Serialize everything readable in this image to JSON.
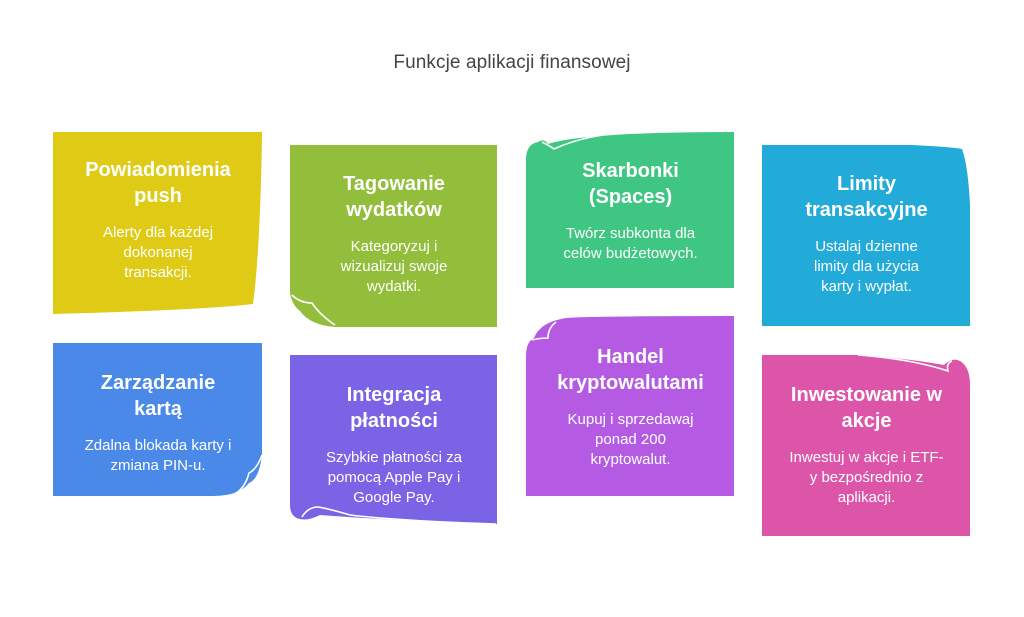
{
  "page": {
    "title": "Funkcje aplikacji finansowej"
  },
  "cards": [
    {
      "title": "Powiadomienia push",
      "description": "Alerty dla każdej dokonanej transakcji.",
      "color": "#DFCB16",
      "icon": "sticky-note-icon"
    },
    {
      "title": "Tagowanie wydatków",
      "description": "Kategoryzuj i wizualizuj swoje wydatki.",
      "color": "#93BE3C",
      "icon": "sticky-note-icon"
    },
    {
      "title": "Skarbonki (Spaces)",
      "description": "Twórz subkonta dla celów budżetowych.",
      "color": "#40C683",
      "icon": "sticky-note-icon"
    },
    {
      "title": "Limity transakcyjne",
      "description": "Ustalaj dzienne limity dla użycia karty i wypłat.",
      "color": "#22AAD9",
      "icon": "sticky-note-icon"
    },
    {
      "title": "Zarządzanie kartą",
      "description": "Zdalna blokada karty i zmiana PIN-u.",
      "color": "#4A89E8",
      "icon": "sticky-note-icon"
    },
    {
      "title": "Integracja płatności",
      "description": "Szybkie płatności za pomocą Apple Pay i Google Pay.",
      "color": "#7B63E6",
      "icon": "sticky-note-icon"
    },
    {
      "title": "Handel kryptowalutami",
      "description": "Kupuj i sprzedawaj ponad 200 kryptowalut.",
      "color": "#B55BE3",
      "icon": "sticky-note-icon"
    },
    {
      "title": "Inwestowanie w akcje",
      "description": "Inwestuj w akcje i ETF-y bezpośrednio z aplikacji.",
      "color": "#DD55A9",
      "icon": "sticky-note-icon"
    }
  ]
}
